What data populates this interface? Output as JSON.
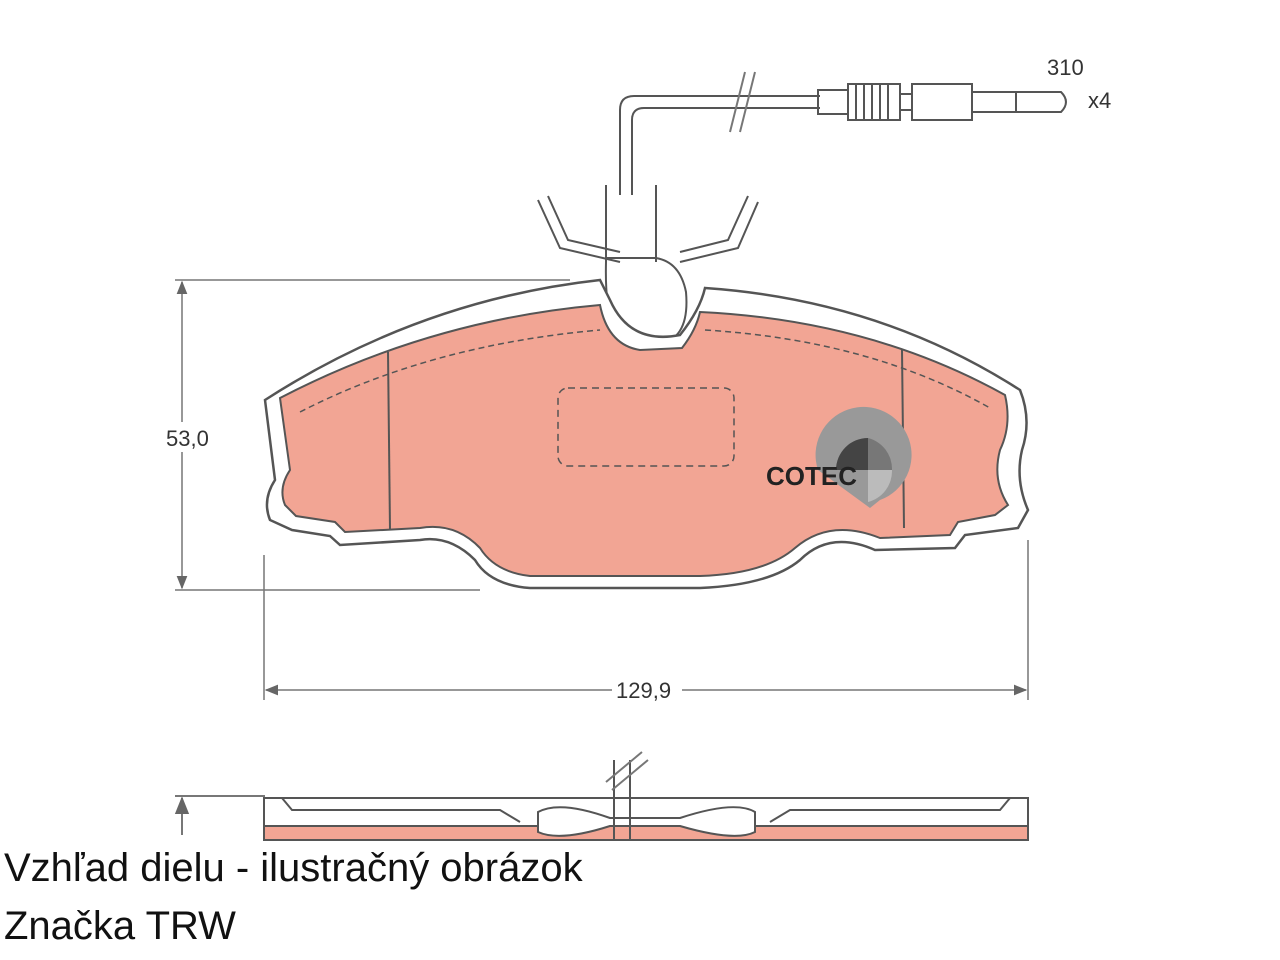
{
  "drawing": {
    "dimensions": {
      "height": "53,0",
      "width": "129,9",
      "wire_length": "310",
      "count": "x4"
    },
    "logo": "COTEC",
    "colors": {
      "friction_fill": "#f2a594",
      "line": "#555555",
      "dim_line": "#777777"
    }
  },
  "caption": {
    "line1": "Vzhľad dielu - ilustračný obrázok",
    "line2": "Značka TRW"
  }
}
